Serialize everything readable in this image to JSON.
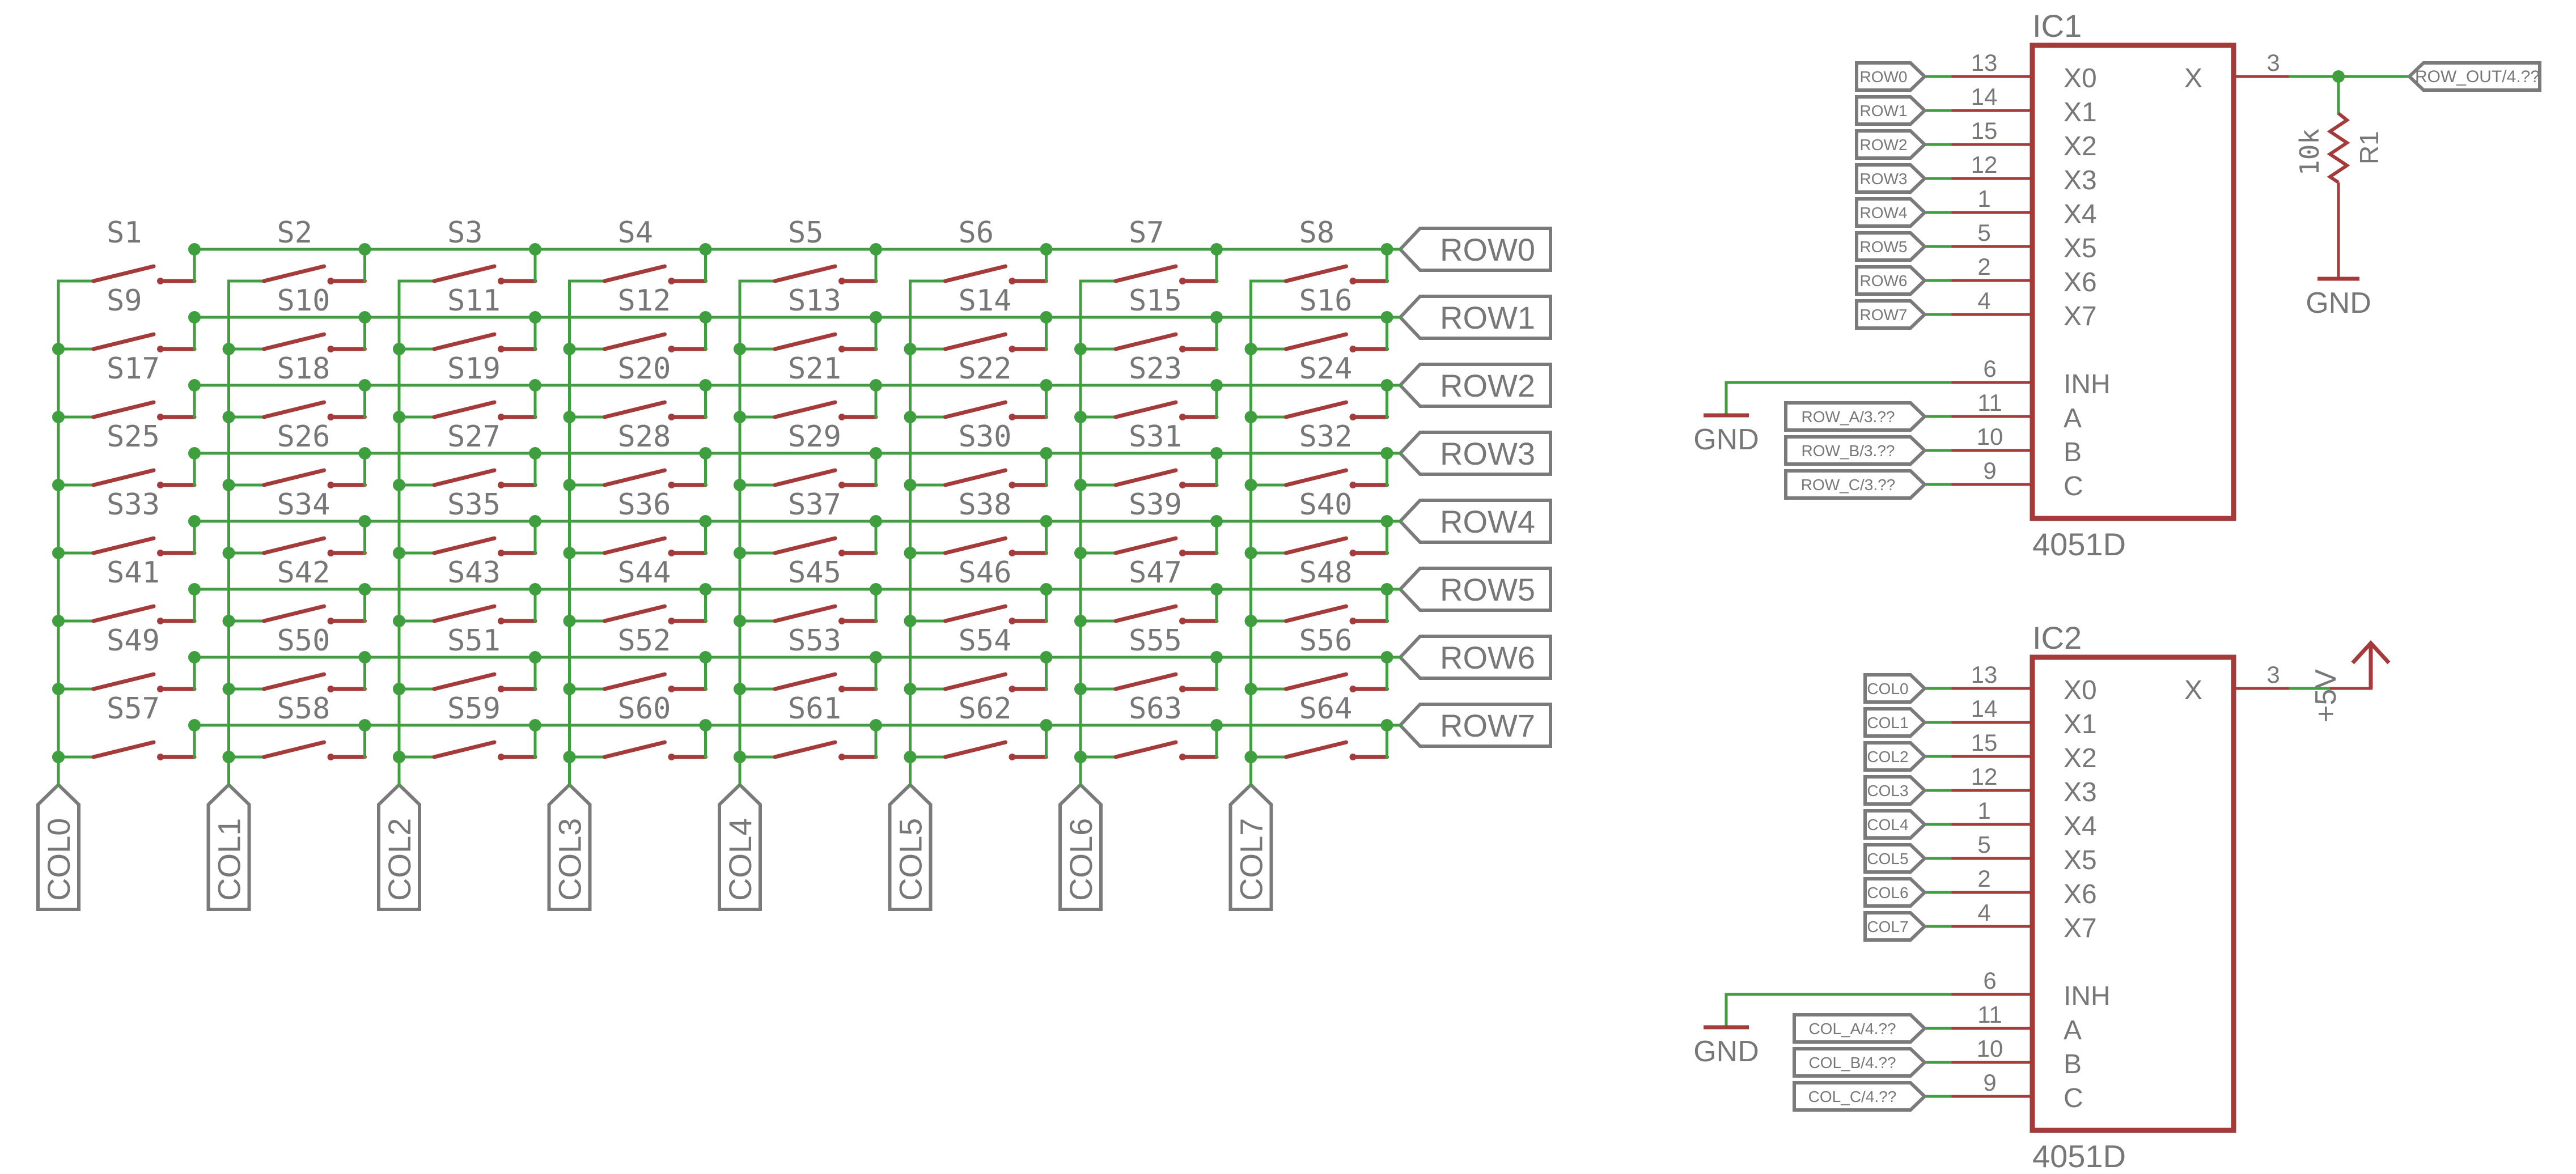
{
  "matrix": {
    "row_ports": [
      "ROW0",
      "ROW1",
      "ROW2",
      "ROW3",
      "ROW4",
      "ROW5",
      "ROW6",
      "ROW7"
    ],
    "col_ports": [
      "COL0",
      "COL1",
      "COL2",
      "COL3",
      "COL4",
      "COL5",
      "COL6",
      "COL7"
    ],
    "switches": [
      "S1",
      "S2",
      "S3",
      "S4",
      "S5",
      "S6",
      "S7",
      "S8",
      "S9",
      "S10",
      "S11",
      "S12",
      "S13",
      "S14",
      "S15",
      "S16",
      "S17",
      "S18",
      "S19",
      "S20",
      "S21",
      "S22",
      "S23",
      "S24",
      "S25",
      "S26",
      "S27",
      "S28",
      "S29",
      "S30",
      "S31",
      "S32",
      "S33",
      "S34",
      "S35",
      "S36",
      "S37",
      "S38",
      "S39",
      "S40",
      "S41",
      "S42",
      "S43",
      "S44",
      "S45",
      "S46",
      "S47",
      "S48",
      "S49",
      "S50",
      "S51",
      "S52",
      "S53",
      "S54",
      "S55",
      "S56",
      "S57",
      "S58",
      "S59",
      "S60",
      "S61",
      "S62",
      "S63",
      "S64"
    ]
  },
  "ic1": {
    "name": "IC1",
    "part": "4051D",
    "out_pin_label": "X",
    "out_pin_number": "3",
    "out_net": "ROW_OUT/4.??",
    "pins": [
      {
        "label": "X0",
        "number": "13",
        "net": "ROW0"
      },
      {
        "label": "X1",
        "number": "14",
        "net": "ROW1"
      },
      {
        "label": "X2",
        "number": "15",
        "net": "ROW2"
      },
      {
        "label": "X3",
        "number": "12",
        "net": "ROW3"
      },
      {
        "label": "X4",
        "number": "1",
        "net": "ROW4"
      },
      {
        "label": "X5",
        "number": "5",
        "net": "ROW5"
      },
      {
        "label": "X6",
        "number": "2",
        "net": "ROW6"
      },
      {
        "label": "X7",
        "number": "4",
        "net": "ROW7"
      }
    ],
    "inh": {
      "label": "INH",
      "number": "6",
      "net": "GND"
    },
    "sel": [
      {
        "label": "A",
        "number": "11",
        "net": "ROW_A/3.??"
      },
      {
        "label": "B",
        "number": "10",
        "net": "ROW_B/3.??"
      },
      {
        "label": "C",
        "number": "9",
        "net": "ROW_C/3.??"
      }
    ],
    "resistor": {
      "name": "R1",
      "value": "10k"
    },
    "res_gnd": "GND"
  },
  "ic2": {
    "name": "IC2",
    "part": "4051D",
    "out_pin_label": "X",
    "out_pin_number": "3",
    "supply": "+5V",
    "pins": [
      {
        "label": "X0",
        "number": "13",
        "net": "COL0"
      },
      {
        "label": "X1",
        "number": "14",
        "net": "COL1"
      },
      {
        "label": "X2",
        "number": "15",
        "net": "COL2"
      },
      {
        "label": "X3",
        "number": "12",
        "net": "COL3"
      },
      {
        "label": "X4",
        "number": "1",
        "net": "COL4"
      },
      {
        "label": "X5",
        "number": "5",
        "net": "COL5"
      },
      {
        "label": "X6",
        "number": "2",
        "net": "COL6"
      },
      {
        "label": "X7",
        "number": "4",
        "net": "COL7"
      }
    ],
    "inh": {
      "label": "INH",
      "number": "6",
      "net": "GND"
    },
    "sel": [
      {
        "label": "A",
        "number": "11",
        "net": "COL_A/4.??"
      },
      {
        "label": "B",
        "number": "10",
        "net": "COL_B/4.??"
      },
      {
        "label": "C",
        "number": "9",
        "net": "COL_C/4.??"
      }
    ]
  }
}
